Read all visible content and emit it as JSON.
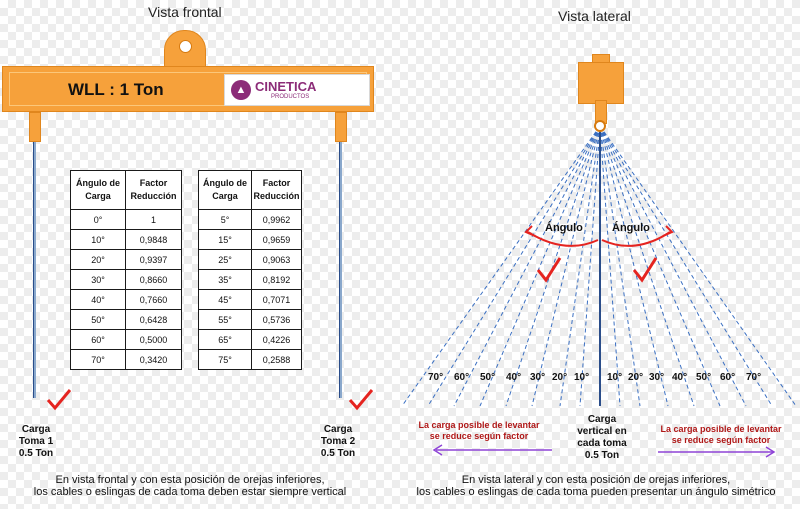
{
  "front": {
    "title": "Vista frontal",
    "wll": "WLL : 1 Ton",
    "logo": {
      "name": "CINETICA",
      "sub": "PRODUCTOS"
    },
    "left_table": {
      "headers": [
        "Ángulo de Carga",
        "Factor Reducción"
      ],
      "rows": [
        [
          "0°",
          "1"
        ],
        [
          "10°",
          "0,9848"
        ],
        [
          "20°",
          "0,9397"
        ],
        [
          "30°",
          "0,8660"
        ],
        [
          "40°",
          "0,7660"
        ],
        [
          "50°",
          "0,6428"
        ],
        [
          "60°",
          "0,5000"
        ],
        [
          "70°",
          "0,3420"
        ]
      ]
    },
    "right_table": {
      "headers": [
        "Ángulo de Carga",
        "Factor Reducción"
      ],
      "rows": [
        [
          "5°",
          "0,9962"
        ],
        [
          "15°",
          "0,9659"
        ],
        [
          "25°",
          "0,9063"
        ],
        [
          "35°",
          "0,8192"
        ],
        [
          "45°",
          "0,7071"
        ],
        [
          "55°",
          "0,5736"
        ],
        [
          "65°",
          "0,4226"
        ],
        [
          "75°",
          "0,2588"
        ]
      ]
    },
    "left_load": [
      "Carga",
      "Toma 1",
      "0.5 Ton"
    ],
    "right_load": [
      "Carga",
      "Toma 2",
      "0.5 Ton"
    ],
    "caption": [
      "En vista frontal y con esta posición de orejas inferiores,",
      "los cables o eslingas de cada toma deben estar siempre vertical"
    ]
  },
  "side": {
    "title": "Vista lateral",
    "angle_left": "Ángulo",
    "angle_right": "Ángulo",
    "angles_left": [
      "70°",
      "60°",
      "50°",
      "40°",
      "30°",
      "20°",
      "10°"
    ],
    "angles_right": [
      "10°",
      "20°",
      "30°",
      "40°",
      "50°",
      "60°",
      "70°"
    ],
    "center_load": [
      "Carga",
      "vertical en",
      "cada toma",
      "0.5 Ton"
    ],
    "note_left": [
      "La carga posible de levantar",
      "se reduce según factor"
    ],
    "note_right": [
      "La carga posible de levantar",
      "se reduce según factor"
    ],
    "caption": [
      "En vista lateral y con esta posición de orejas inferiores,",
      "los cables o eslingas de cada toma pueden presentar un ángulo simétrico"
    ]
  },
  "colors": {
    "beam": "#f6a13b",
    "cable": "#2a4d8a",
    "check": "#e52420",
    "arrow_purple": "#8e44d6",
    "table_border": "#1a1a1a"
  }
}
